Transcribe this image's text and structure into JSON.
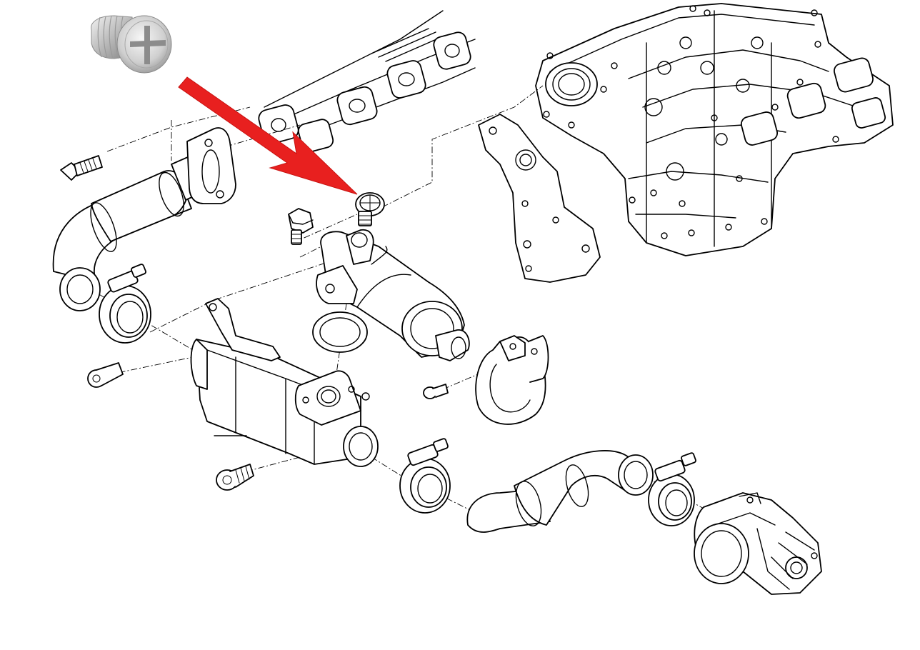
{
  "diagram": {
    "inset_photo_icon": "bolt-photo",
    "pointer_arrow_color": "#e8201f",
    "line_color": "#000000",
    "background_color": "#ffffff",
    "parts": [
      "engine-block",
      "exhaust-manifold",
      "mounting-bracket",
      "upper-egr-pipe",
      "hose-clamp-upper",
      "egr-cooler",
      "egr-valve-housing",
      "sealing-ring",
      "pipe-bracket",
      "lower-egr-pipe",
      "hose-clamp-lower-left",
      "hose-clamp-lower-right",
      "egr-valve",
      "bolt-left",
      "bolt-cooler",
      "bolt-bottom",
      "bolt-small",
      "screw-plug",
      "plug-bolt"
    ]
  }
}
